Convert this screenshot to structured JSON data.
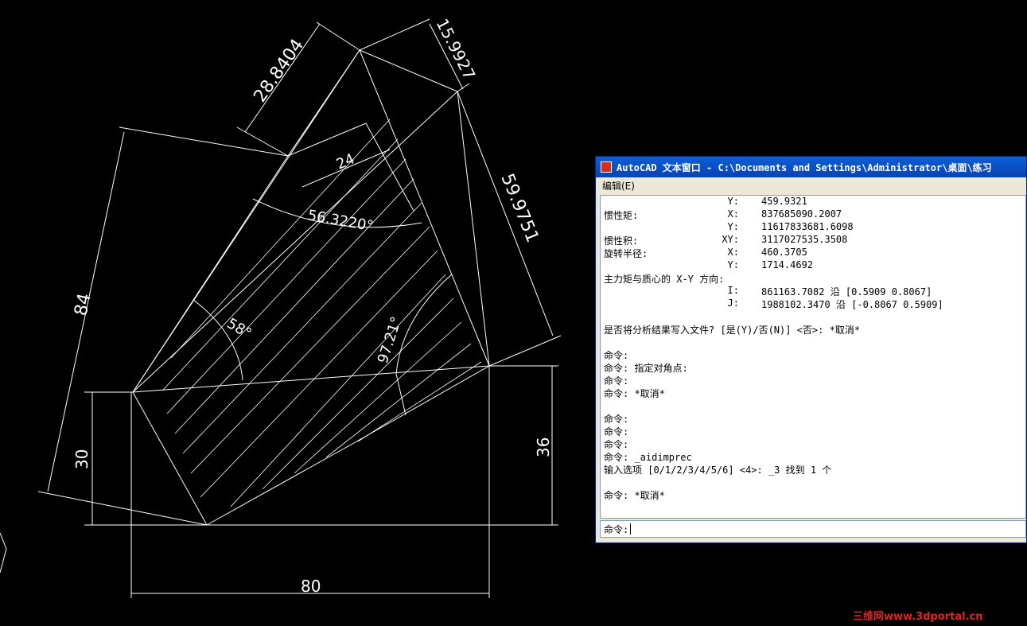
{
  "drawing": {
    "dimensions": {
      "d_28_8404": "28.8404",
      "d_15_9927": "15.9927",
      "d_59_9751": "59.9751",
      "d_84": "84",
      "d_24": "24",
      "d_angle_56": "56.3220°",
      "d_angle_58": "58°",
      "d_angle_97": "97.21°",
      "d_30": "30",
      "d_36": "36",
      "d_80": "80"
    }
  },
  "text_window": {
    "title": "AutoCAD 文本窗口 - C:\\Documents and Settings\\Administrator\\桌面\\练习",
    "menu": {
      "edit": "编辑(E)"
    },
    "lines": [
      [
        "",
        "Y:",
        "459.9321"
      ],
      [
        "惯性矩:",
        "X:",
        "837685090.2007"
      ],
      [
        "",
        "Y:",
        "11617833681.6098"
      ],
      [
        "惯性积:",
        "XY:",
        "3117027535.3508"
      ],
      [
        "旋转半径:",
        "X:",
        "460.3705"
      ],
      [
        "",
        "Y:",
        "1714.4692"
      ],
      [
        "主力矩与质心的 X-Y 方向:",
        "",
        ""
      ],
      [
        "",
        "I:",
        "861163.7082 沿 [0.5909 0.8067]"
      ],
      [
        "",
        "J:",
        "1988102.3470 沿 [-0.8067 0.5909]"
      ],
      [
        "",
        "",
        ""
      ],
      [
        "是否将分析结果写入文件? [是(Y)/否(N)] <否>: *取消*",
        "",
        ""
      ],
      [
        "",
        "",
        ""
      ],
      [
        "命令:",
        "",
        ""
      ],
      [
        "命令: 指定对角点:",
        "",
        ""
      ],
      [
        "命令:",
        "",
        ""
      ],
      [
        "命令: *取消*",
        "",
        ""
      ],
      [
        "",
        "",
        ""
      ],
      [
        "命令:",
        "",
        ""
      ],
      [
        "命令:",
        "",
        ""
      ],
      [
        "命令:",
        "",
        ""
      ],
      [
        "命令: _aidimprec",
        "",
        ""
      ],
      [
        "输入选项 [0/1/2/3/4/5/6] <4>: _3 找到 1 个",
        "",
        ""
      ],
      [
        "",
        "",
        ""
      ],
      [
        "命令: *取消*",
        "",
        ""
      ]
    ],
    "command_prompt": "命令:"
  },
  "watermark": "三维网www.3dportal.cn"
}
